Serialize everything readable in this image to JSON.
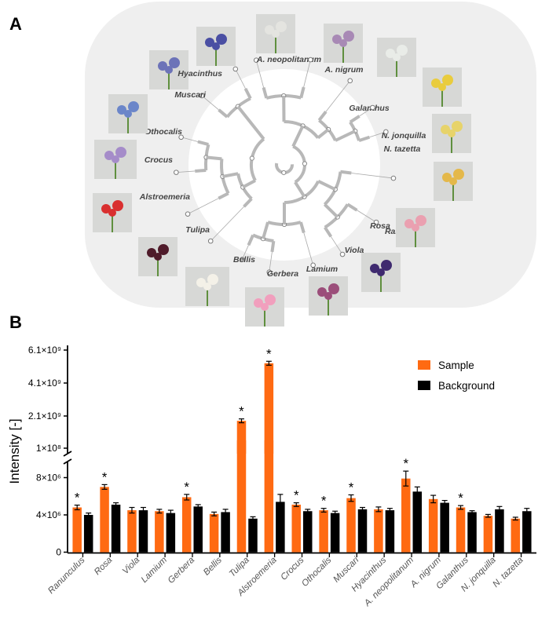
{
  "panel_labels": {
    "a": "A",
    "b": "B"
  },
  "tree": {
    "taxa": [
      {
        "name": "A. neopolitanum",
        "photo": "white-allium-icon",
        "color": "#e4e4e0"
      },
      {
        "name": "A. nigrum",
        "photo": "purple-allium-icon",
        "color": "#a889b5"
      },
      {
        "name": "Galanthus",
        "photo": "snowdrop-icon",
        "color": "#e9ece8"
      },
      {
        "name": "N. jonquilla",
        "photo": "yellow-narcissus-icon",
        "color": "#e9cc3d"
      },
      {
        "name": "N. tazetta",
        "photo": "tazetta-narcissus-icon",
        "color": "#e7d36a"
      },
      {
        "name": "Ranunculus",
        "photo": "ranunculus-icon",
        "color": "#e4b84a"
      },
      {
        "name": "Rosa",
        "photo": "pink-rose-icon",
        "color": "#eaa0b0"
      },
      {
        "name": "Viola",
        "photo": "pansy-icon",
        "color": "#3f2a6f"
      },
      {
        "name": "Lamium",
        "photo": "lamium-icon",
        "color": "#9b4e7a"
      },
      {
        "name": "Gerbera",
        "photo": "pink-gerbera-icon",
        "color": "#f19fbd"
      },
      {
        "name": "Bellis",
        "photo": "daisy-icon",
        "color": "#f4f1e8"
      },
      {
        "name": "Tulipa",
        "photo": "dark-tulip-icon",
        "color": "#4f1b2a"
      },
      {
        "name": "Alstroemeria",
        "photo": "red-alstroemeria-icon",
        "color": "#d92f2f"
      },
      {
        "name": "Crocus",
        "photo": "crocus-icon",
        "color": "#a58cc9"
      },
      {
        "name": "Othocalis",
        "photo": "blue-scilla-icon",
        "color": "#6b86c9"
      },
      {
        "name": "Muscari",
        "photo": "muscari-icon",
        "color": "#6c73b8"
      },
      {
        "name": "Hyacinthus",
        "photo": "blue-hyacinth-icon",
        "color": "#4a4fa3"
      }
    ]
  },
  "chart_data": {
    "type": "bar",
    "ylabel": "Intensity [-]",
    "axis_break": "between 1.0e7 and 1.0e8",
    "yticks_lower": [
      "0",
      "4×10⁶",
      "8×10⁶"
    ],
    "yticks_upper": [
      "1×10⁸",
      "2.1×10⁹",
      "4.1×10⁹",
      "6.1×10⁹"
    ],
    "categories": [
      "Ranunculus",
      "Rosa",
      "Viola",
      "Lamium",
      "Gerbera",
      "Bellis",
      "Tulipa",
      "Alstroemeria",
      "Crocus",
      "Othocalis",
      "Muscari",
      "Hyacinthus",
      "A. neopolitanum",
      "A. nigrum",
      "Galanthus",
      "N. jonquilla",
      "N. tazetta"
    ],
    "series": [
      {
        "name": "Sample",
        "color": "#ff6a12",
        "values": [
          4800000,
          7000000,
          4500000,
          4400000,
          5900000,
          4100000,
          1800000000,
          5300000000,
          5100000,
          4500000,
          5800000,
          4600000,
          7900000,
          5700000,
          4800000,
          3900000,
          3600000
        ],
        "errors": [
          250000,
          250000,
          300000,
          200000,
          300000,
          200000,
          120000000,
          120000000,
          200000,
          200000,
          350000,
          250000,
          800000,
          400000,
          200000,
          150000,
          150000
        ]
      },
      {
        "name": "Background",
        "color": "#000000",
        "values": [
          4000000,
          5100000,
          4500000,
          4200000,
          4900000,
          4300000,
          3600000,
          5400000,
          4400000,
          4200000,
          4600000,
          4500000,
          6500000,
          5300000,
          4300000,
          4600000,
          4400000
        ],
        "errors": [
          200000,
          200000,
          300000,
          300000,
          200000,
          300000,
          200000,
          800000,
          200000,
          200000,
          200000,
          200000,
          500000,
          250000,
          150000,
          300000,
          300000
        ]
      }
    ],
    "significant": [
      true,
      true,
      false,
      false,
      true,
      false,
      true,
      true,
      true,
      true,
      true,
      false,
      true,
      false,
      true,
      false,
      false
    ],
    "significance_marker": "*",
    "legend_position": "top-right"
  }
}
